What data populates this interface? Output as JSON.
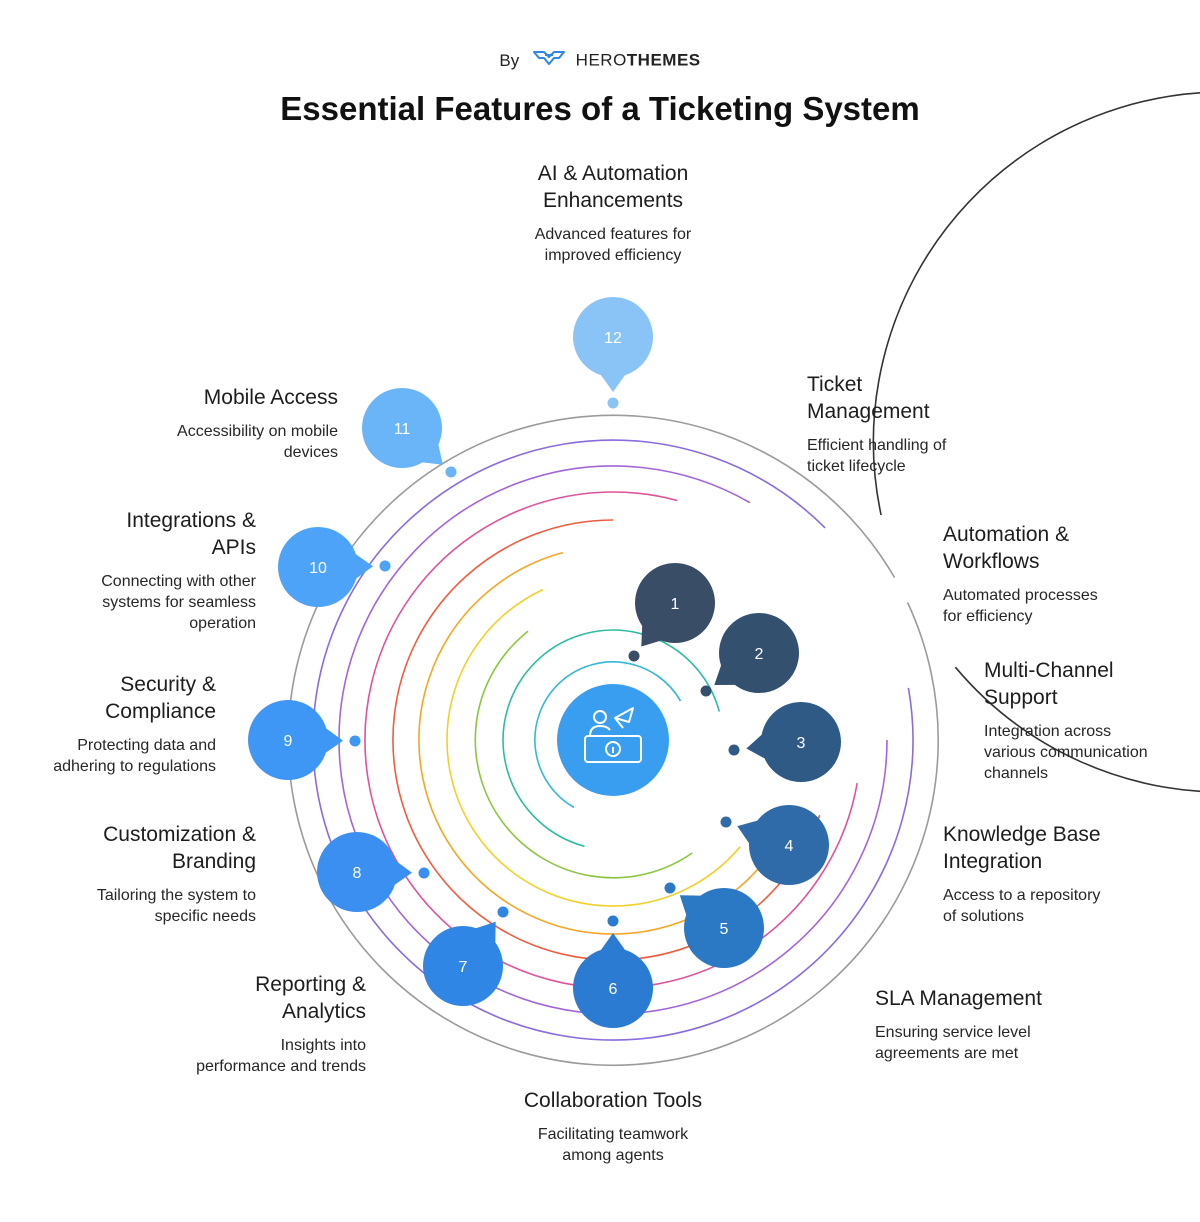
{
  "header": {
    "by": "By",
    "brand_part1": "HERO",
    "brand_part2": "THEMES",
    "title": "Essential Features of a Ticketing System"
  },
  "colors": {
    "dark1": "#3a4d66",
    "dark2": "#34506f",
    "dark3": "#2f5a86",
    "mid4": "#2e6ba8",
    "mid5": "#2b78c4",
    "mid6": "#2b7bd2",
    "blue7": "#2f86e4",
    "blue8": "#3b8ff0",
    "blue9": "#3f97f5",
    "blue10": "#4da3f7",
    "light11": "#6ab4f8",
    "light12": "#8ac4f6",
    "hub": "#3a9ef0"
  },
  "features": [
    {
      "number": "1",
      "title": [
        "Ticket",
        "Management"
      ],
      "description": [
        "Efficient handling of",
        "ticket lifecycle"
      ]
    },
    {
      "number": "2",
      "title": [
        "Automation &",
        "Workflows"
      ],
      "description": [
        "Automated processes",
        "for efficiency"
      ]
    },
    {
      "number": "3",
      "title": [
        "Multi-Channel",
        "Support"
      ],
      "description": [
        "Integration across",
        "various communication",
        "channels"
      ]
    },
    {
      "number": "4",
      "title": [
        "Knowledge Base",
        "Integration"
      ],
      "description": [
        "Access to a repository",
        "of solutions"
      ]
    },
    {
      "number": "5",
      "title": [
        "SLA Management"
      ],
      "description": [
        "Ensuring service level",
        "agreements are met"
      ]
    },
    {
      "number": "6",
      "title": [
        "Collaboration Tools"
      ],
      "description": [
        "Facilitating teamwork",
        "among agents"
      ]
    },
    {
      "number": "7",
      "title": [
        "Reporting &",
        "Analytics"
      ],
      "description": [
        "Insights into",
        "performance and trends"
      ]
    },
    {
      "number": "8",
      "title": [
        "Customization &",
        "Branding"
      ],
      "description": [
        "Tailoring the system to",
        "specific needs"
      ]
    },
    {
      "number": "9",
      "title": [
        "Security &",
        "Compliance"
      ],
      "description": [
        "Protecting data and",
        "adhering to regulations"
      ]
    },
    {
      "number": "10",
      "title": [
        "Integrations &",
        "APIs"
      ],
      "description": [
        "Connecting with other",
        "systems for seamless",
        "operation"
      ]
    },
    {
      "number": "11",
      "title": [
        "Mobile Access"
      ],
      "description": [
        "Accessibility on mobile",
        "devices"
      ]
    },
    {
      "number": "12",
      "title": [
        "AI & Automation",
        "Enhancements"
      ],
      "description": [
        "Advanced features for",
        "improved efficiency"
      ]
    }
  ],
  "icons": {
    "hub": "support-agent-icon",
    "logo": "herothemes-wings-icon"
  }
}
